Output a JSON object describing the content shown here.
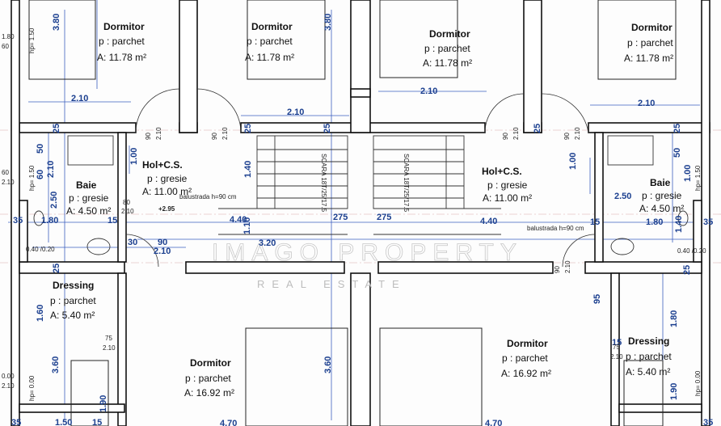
{
  "rooms": {
    "dormitor_tl": {
      "name": "Dormitor",
      "floor": "p : parchet",
      "area": "A: 11.78 m²"
    },
    "dormitor_tc": {
      "name": "Dormitor",
      "floor": "p : parchet",
      "area": "A: 11.78 m²"
    },
    "dormitor_tcr": {
      "name": "Dormitor",
      "floor": "p : parchet",
      "area": "A: 11.78 m²"
    },
    "dormitor_tr": {
      "name": "Dormitor",
      "floor": "p : parchet",
      "area": "A: 11.78 m²"
    },
    "hol_left": {
      "name": "Hol+C.S.",
      "floor": "p : gresie",
      "area": "A: 11.00 m²"
    },
    "hol_right": {
      "name": "Hol+C.S.",
      "floor": "p : gresie",
      "area": "A: 11.00 m²"
    },
    "baie_left": {
      "name": "Baie",
      "floor": "p : gresie",
      "area": "A: 4.50 m²"
    },
    "baie_right": {
      "name": "Baie",
      "floor": "p : gresie",
      "area": "A: 4.50 m²"
    },
    "dressing_left": {
      "name": "Dressing",
      "floor": "p : parchet",
      "area": "A: 5.40 m²"
    },
    "dressing_right": {
      "name": "Dressing",
      "floor": "p : parchet",
      "area": "A: 5.40 m²"
    },
    "dormitor_bl": {
      "name": "Dormitor",
      "floor": "p : parchet",
      "area": "A: 16.92 m²"
    },
    "dormitor_br": {
      "name": "Dormitor",
      "floor": "p : parchet",
      "area": "A: 16.92 m²"
    }
  },
  "dimensions": {
    "d380": "3.80",
    "d210": "2.10",
    "d25": "25",
    "d100": "1.00",
    "d140": "1.40",
    "d60": "60",
    "d250": "2.50",
    "d180": "1.80",
    "d35": "35",
    "d15": "15",
    "d440": "4.40",
    "d110": "1.10",
    "d275": "275",
    "d30": "30",
    "d90": "90",
    "d320": "3.20",
    "d80": "80",
    "d160": "1.60",
    "d360": "3.60",
    "d190": "1.90",
    "d150": "1.50",
    "d470": "4.70",
    "d50": "50",
    "d95": "95",
    "d75": "75",
    "d000": "0.00",
    "hp150": "hp= 1.50",
    "hp000": "hp= 0.00",
    "s040": "0.40 /0.20",
    "level": "+2.95"
  },
  "notes": {
    "balustrada": "balustrada h=90 cm",
    "scara_left": "SCARA 18T/25/17.5",
    "scara_right": "SCARA 18T/25/17.5"
  },
  "watermark": {
    "main": "IMAGO PROPERTY",
    "sub": "REAL ESTATE"
  }
}
